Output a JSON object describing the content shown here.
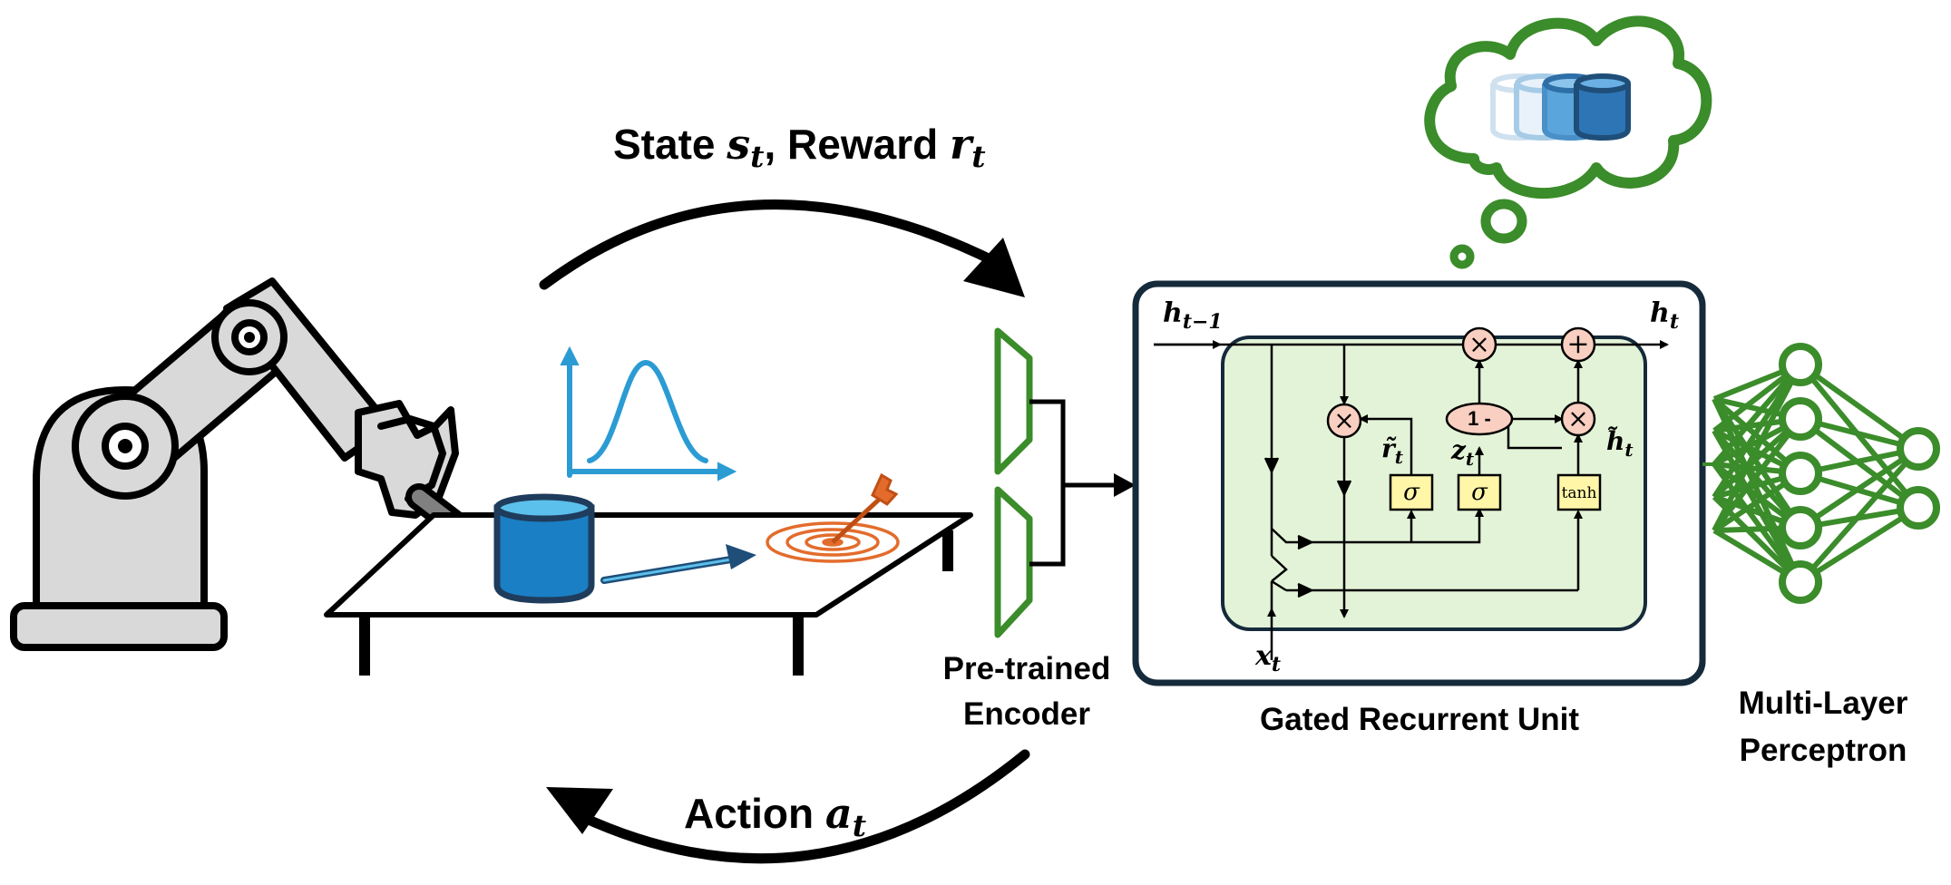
{
  "labels": {
    "state_reward": {
      "state_word": "State",
      "state_var": "s",
      "state_sub": "t",
      "reward_word": "Reward",
      "reward_var": "r",
      "reward_sub": "t"
    },
    "action": {
      "word": "Action",
      "var": "a",
      "sub": "t"
    },
    "encoder": {
      "line1": "Pre-trained",
      "line2": "Encoder"
    },
    "gru_caption": "Gated Recurrent Unit",
    "mlp": {
      "line1": "Multi-Layer",
      "line2": "Perceptron"
    }
  },
  "gru": {
    "h_prev": {
      "var": "h",
      "sub": "t−1"
    },
    "h_out": {
      "var": "h",
      "sub": "t"
    },
    "x_in": {
      "var": "x",
      "sub": "t"
    },
    "r_gate": {
      "var": "r̃",
      "sub": "t"
    },
    "z_gate": {
      "var": "z",
      "sub": "t"
    },
    "h_cand": {
      "var": "h̃",
      "sub": "t"
    },
    "sigma": "σ",
    "tanh": "tanh",
    "one_minus": "1 -",
    "times": "×",
    "plus": "+"
  },
  "colors": {
    "green": "#3b8c2a",
    "light_green": "#e3f3d7",
    "blue": "#1a7fc4",
    "dark_blue": "#1f4e79",
    "chart_blue": "#2b9bd4",
    "orange": "#e36c2c",
    "gray": "#d9d9d9",
    "salmon": "#f8cfc0",
    "yellow": "#fff6a8"
  }
}
